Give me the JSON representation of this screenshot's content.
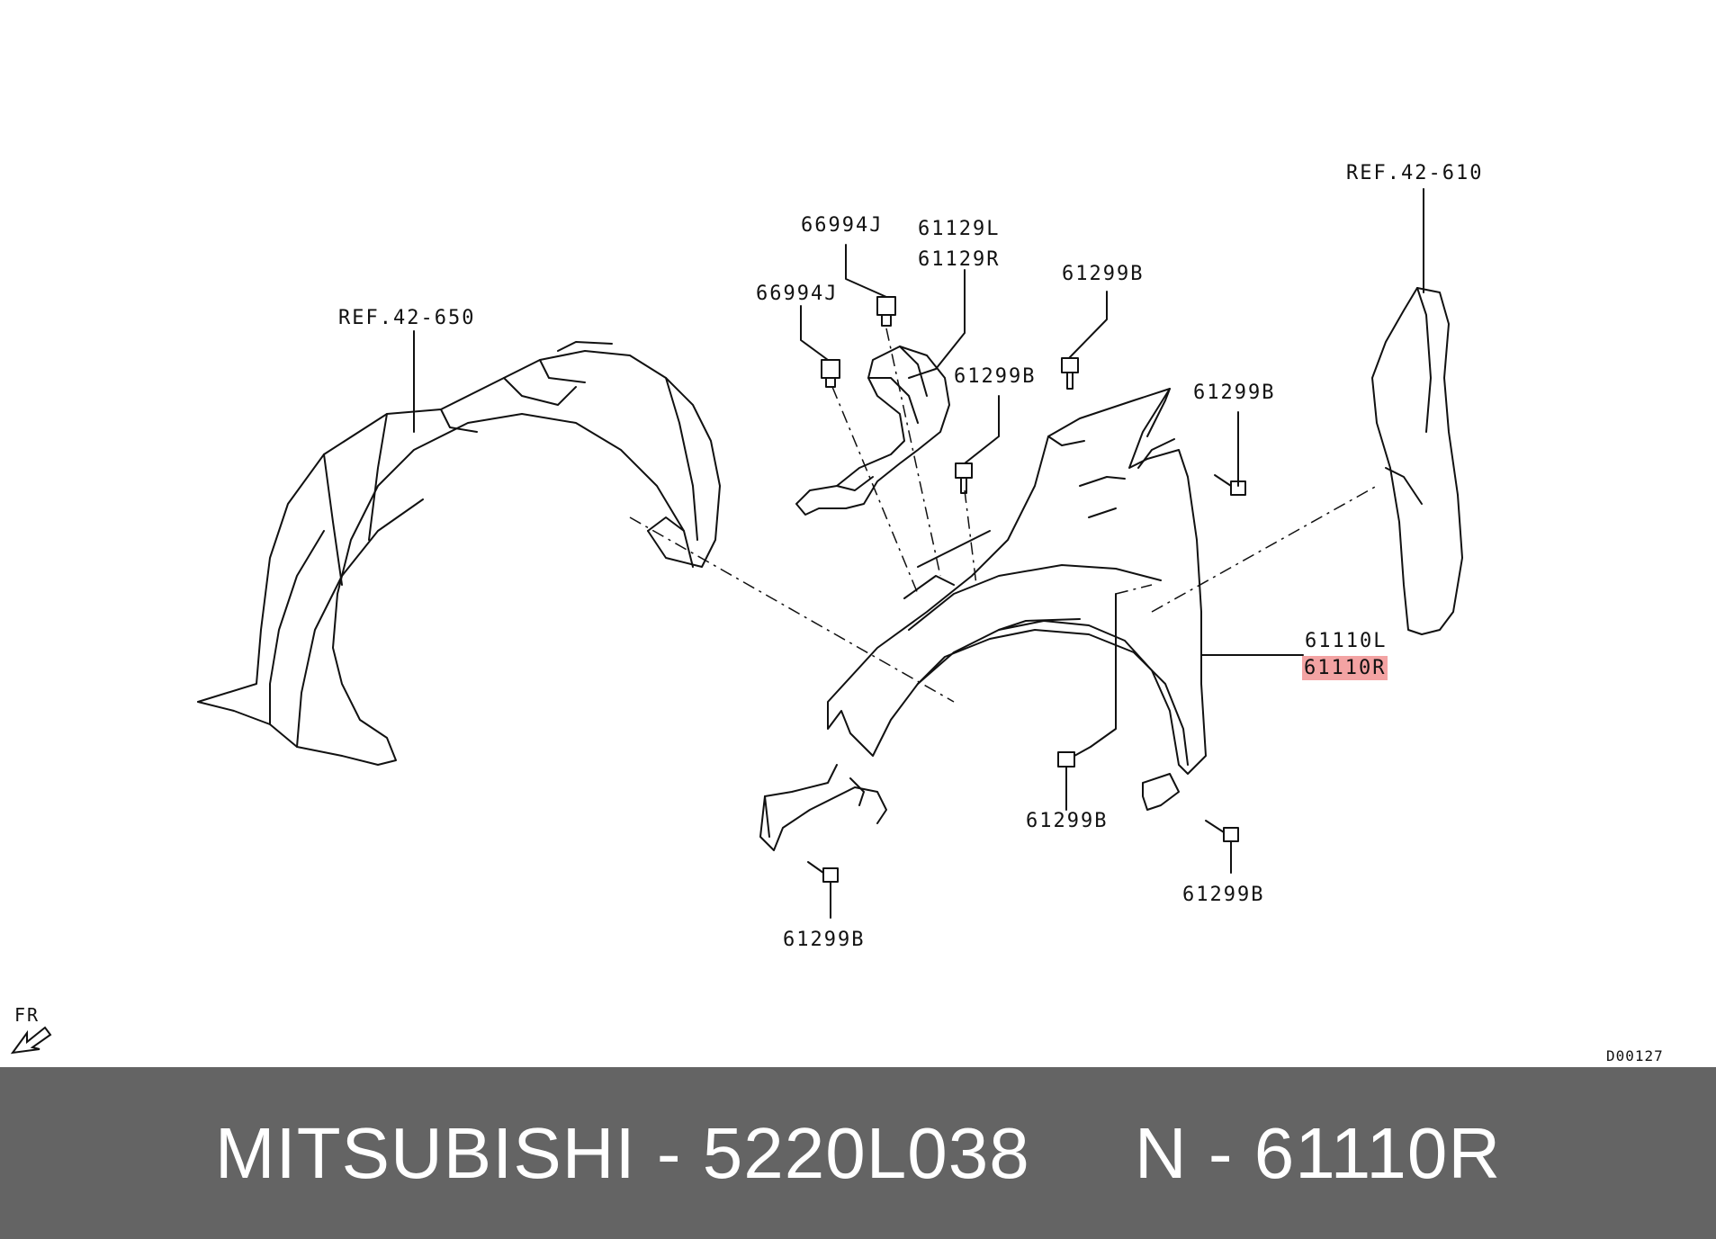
{
  "diagram": {
    "labels": {
      "ref_42_650": "REF.42-650",
      "ref_42_610": "REF.42-610",
      "p66994j_a": "66994J",
      "p66994j_b": "66994J",
      "p61129l": "61129L",
      "p61129r": "61129R",
      "p61299b_top": "61299B",
      "p61299b_mid": "61299B",
      "p61299b_right": "61299B",
      "p61110l": "61110L",
      "p61110r": "61110R",
      "p61299b_bottom_center": "61299B",
      "p61299b_bottom_right": "61299B",
      "p61299b_bottom_left": "61299B",
      "fr": "FR",
      "drawing_code": "D00127"
    },
    "highlight_color": "#f3a3a3"
  },
  "footer": {
    "text": "MITSUBISHI - 5220L038     N - 61110R",
    "background": "#646464"
  }
}
